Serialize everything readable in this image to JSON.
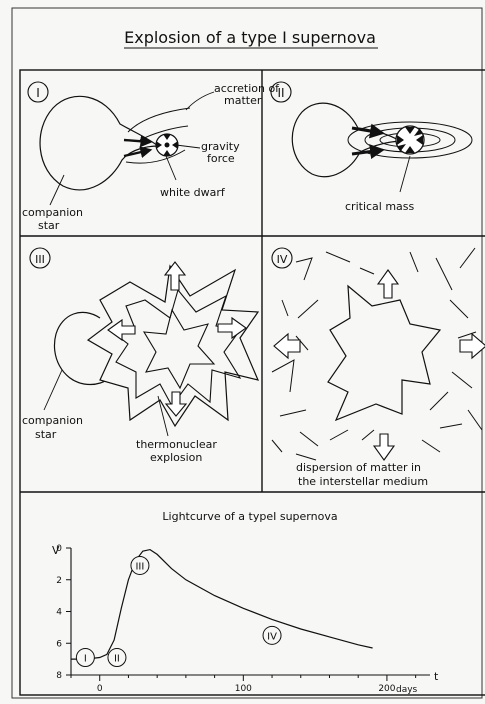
{
  "title": "Explosion of a type I supernova",
  "panel1": {
    "numeral": "I",
    "accretion_line1": "accretion of",
    "accretion_line2": "matter",
    "gravity_line1": "gravity",
    "gravity_line2": "force",
    "white_dwarf": "white dwarf",
    "companion_line1": "companion",
    "companion_line2": "star"
  },
  "panel2": {
    "numeral": "II",
    "critical_mass": "critical mass"
  },
  "panel3": {
    "numeral": "III",
    "companion_line1": "companion",
    "companion_line2": "star",
    "explosion_line1": "thermonuclear",
    "explosion_line2": "explosion"
  },
  "panel4": {
    "numeral": "IV",
    "dispersion_line1": "dispersion of matter in",
    "dispersion_line2": "the interstellar medium"
  },
  "lightcurve": {
    "title": "Lightcurve of a typeI supernova",
    "y_axis_label": "V",
    "x_axis_label": "t",
    "x_unit_label": "days",
    "y_ticks": [
      "0",
      "2",
      "4",
      "6",
      "8"
    ],
    "x_ticks": [
      "0",
      "100",
      "200"
    ],
    "phase_labels": [
      "I",
      "II",
      "III",
      "IV"
    ]
  },
  "chart_data": {
    "type": "line",
    "title": "Lightcurve of a typeI supernova",
    "xlabel": "t",
    "ylabel": "V",
    "xlim": [
      -20,
      230
    ],
    "ylim": [
      8,
      0
    ],
    "y_inverted": true,
    "series": [
      {
        "x": [
          -20,
          -10,
          0,
          5,
          10,
          15,
          20,
          25,
          30,
          35,
          40,
          50,
          60,
          80,
          100,
          120,
          140,
          160,
          180,
          190
        ],
        "values": [
          7.0,
          7.0,
          6.9,
          6.7,
          5.8,
          3.8,
          2.0,
          0.8,
          0.2,
          0.1,
          0.4,
          1.3,
          2.0,
          3.0,
          3.8,
          4.5,
          5.1,
          5.6,
          6.1,
          6.3
        ]
      }
    ],
    "phase_markers": [
      {
        "label": "I",
        "x": -10,
        "y": 6.9
      },
      {
        "label": "II",
        "x": 12,
        "y": 6.9
      },
      {
        "label": "III",
        "x": 28,
        "y": 1.1
      },
      {
        "label": "IV",
        "x": 120,
        "y": 5.5
      }
    ]
  }
}
